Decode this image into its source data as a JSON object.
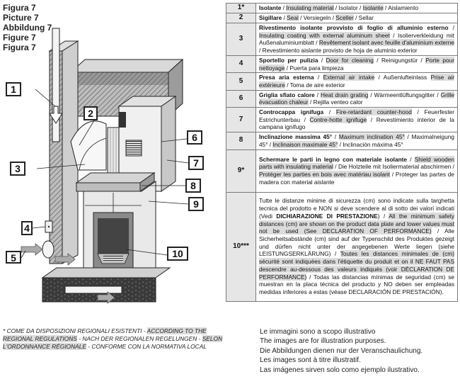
{
  "figure_titles": [
    "Figura 7",
    "Picture 7",
    "Abbildung 7",
    "Figure 7",
    "Figura 7"
  ],
  "callouts": [
    "1",
    "2",
    "3",
    "4",
    "5",
    "6",
    "7",
    "8",
    "9",
    "10"
  ],
  "rows": [
    {
      "num": "1*",
      "parts": [
        [
          "b",
          "Isolante"
        ],
        [
          "",
          " / "
        ],
        [
          "hl",
          "Insulating material"
        ],
        [
          "",
          " / Isolator / "
        ],
        [
          "hl",
          "Isolante"
        ],
        [
          "",
          " / Aislamiento"
        ]
      ]
    },
    {
      "num": "2",
      "parts": [
        [
          "b",
          "Sigillare"
        ],
        [
          "",
          " / "
        ],
        [
          "hl",
          "Seal"
        ],
        [
          "",
          " / Versiegeln / "
        ],
        [
          "hl",
          "Sceller"
        ],
        [
          "",
          " / Sellar"
        ]
      ]
    },
    {
      "num": "3",
      "parts": [
        [
          "b",
          "Rivestimento isolante provvisto di foglio di alluminio esterno"
        ],
        [
          "",
          " / "
        ],
        [
          "hl",
          "Insulating coating with external aluminum sheet"
        ],
        [
          "",
          " / Isolierverkleidung mit Außenaluminiumblatt / "
        ],
        [
          "hl",
          "Revêtement isolant avec feuille d'aluminium externe"
        ],
        [
          "",
          " / Revestimiento aislante provisto de hoja de aluminio exterior"
        ]
      ]
    },
    {
      "num": "4",
      "parts": [
        [
          "b",
          "Sportello per pulizia"
        ],
        [
          "",
          " / "
        ],
        [
          "hl",
          "Door for cleaning"
        ],
        [
          "",
          " / Reinigungstür / "
        ],
        [
          "hl",
          "Porte pour nettoyage"
        ],
        [
          "",
          " / Puerta para limpieza"
        ]
      ]
    },
    {
      "num": "5",
      "parts": [
        [
          "b",
          "Presa aria esterna"
        ],
        [
          "",
          " / "
        ],
        [
          "hl",
          "External air intake"
        ],
        [
          "",
          " / Außenlufteinlass "
        ],
        [
          "hl",
          "Prise air extérieure"
        ],
        [
          "",
          " / Toma de aire exterior"
        ]
      ]
    },
    {
      "num": "6",
      "parts": [
        [
          "b",
          "Griglia sfiato calore"
        ],
        [
          "",
          " / "
        ],
        [
          "hl",
          "Heat drain grating"
        ],
        [
          "",
          " / Wärmeentlüftungsgitter / "
        ],
        [
          "hl",
          "Grille évacuation chaleur"
        ],
        [
          "",
          " / Rejilla venteo calor"
        ]
      ]
    },
    {
      "num": "7",
      "parts": [
        [
          "b",
          "Controcappa ignifuga"
        ],
        [
          "",
          " / "
        ],
        [
          "hl",
          "Fire-retardant counter-hood"
        ],
        [
          "",
          " / Feuerfester Estrichunterbau / "
        ],
        [
          "hl",
          "Contre-hotte ignifuge"
        ],
        [
          "",
          " / Revestimiento interior de la campana ignifugo"
        ]
      ]
    },
    {
      "num": "8",
      "parts": [
        [
          "b",
          "Inclinazione massima 45°"
        ],
        [
          "",
          " / "
        ],
        [
          "hl",
          "Maximum inclination 45°"
        ],
        [
          "",
          " / Maximalneigung 45° / "
        ],
        [
          "hl",
          "Inclinaison maximale 45°"
        ],
        [
          "",
          " / Inclinación máxima 45°"
        ]
      ]
    },
    {
      "num": "9*",
      "parts": [
        [
          "b",
          "Schermare le parti in legno con materiale isolante"
        ],
        [
          "",
          " / "
        ],
        [
          "hl",
          "Shield wooden parts with insulating material"
        ],
        [
          "",
          " / Die Holzteile mit Isoliermaterial abschirmen / "
        ],
        [
          "hl",
          "Protéger les parties en bois avec matériau isolant"
        ],
        [
          "",
          " / Proteger las partes de madera con material aislante"
        ]
      ]
    },
    {
      "num": "10***",
      "parts": [
        [
          "",
          "Tutte le distanze minime di sicurezza (cm) sono indicate sulla targhetta tecnica del prodotto e NON si deve scendere al di sotto dei valori indicati (Vedi "
        ],
        [
          "b",
          "DICHIARAZIONE DI PRESTAZIONE"
        ],
        [
          "",
          ") / "
        ],
        [
          "hl",
          "All the minimum safety distances (cm) are shown on the product data plate and lower values must not be used (See DECLARATION OF PERFORMANCE)"
        ],
        [
          "",
          " / Alle Sicherheitsabstände (cm) sind auf der Typenschild des Produktes gezeigt und dürfen nicht unter der angegebenen Werte liegen (siehe LEISTUNGSERKLÄRUNG) / "
        ],
        [
          "hl",
          "Toutes les distances minimales de (cm) sécurité sont indiquées dans l'étiquette du produit et on il NE FAUT PAS descendre au-dessous des valeurs indiqués (voir DÉCLARATION DE PERFORMANCE)"
        ],
        [
          "",
          " / Todas las distancias mínimas de seguridad (cm) se muestran en la placa técnica del producto y NO deben ser empleadas medidas inferiores a estas (véase DECLARACIÓN DE PRESTACIÓN)."
        ]
      ]
    }
  ],
  "footnote": [
    [
      "",
      "* COME DA DISPOSIZIONI REGIONALI ESISTENTI - "
    ],
    [
      "hl",
      "ACCORDING TO THE REGIONAL REGULATIONS"
    ],
    [
      "",
      " - NACH DER REGIONALEN REGELUNGEN - "
    ],
    [
      "hl",
      "SELON L'ORDONNANCE RÉGIONALE"
    ],
    [
      "",
      " - CONFORME CON LA NORMATIVA LOCAL"
    ]
  ],
  "disclaimer": [
    "Le immagini sono a scopo illustrativo",
    "The images are for illustration purposes.",
    "Die Abbildungen dienen nur der Veranschaulichung.",
    "Les images sont à titre illustratif.",
    "Las imágenes sirven solo como ejemplo ilustrativo."
  ],
  "colors": {
    "highlight": "#dcdcdc",
    "number_cell": "#e6e6e6",
    "border": "#7a7a7a",
    "callout_border": "#222222"
  }
}
